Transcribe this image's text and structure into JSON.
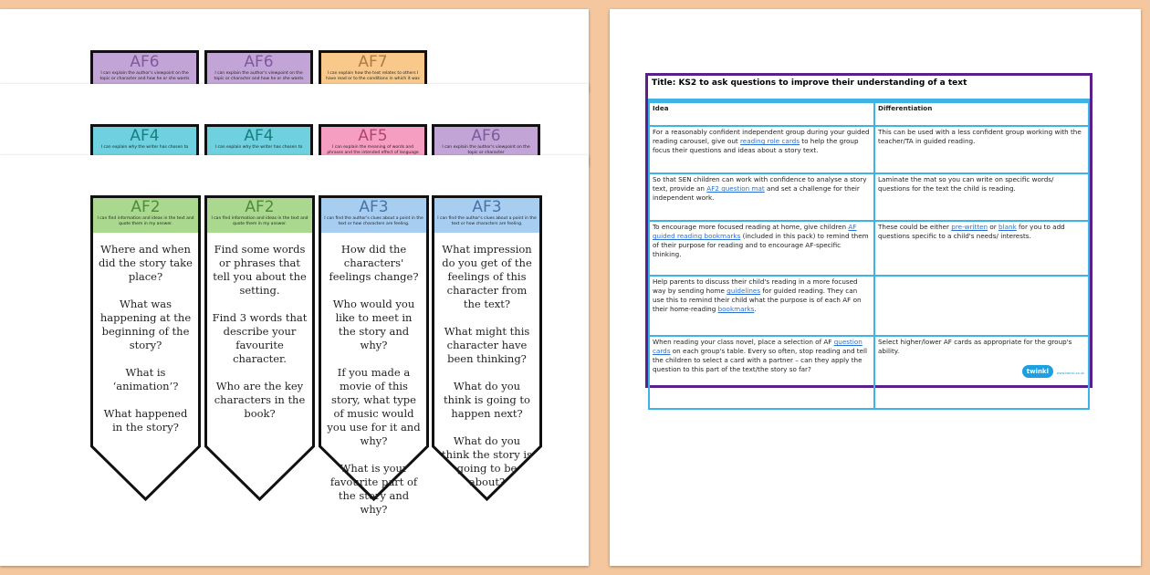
{
  "bookmarks_back1": [
    {
      "label": "AF6",
      "desc": "I can explain the author's viewpoint on the topic or character and how he or she wants",
      "color": "#c3a4d6",
      "text": "#7d5a9e"
    },
    {
      "label": "AF6",
      "desc": "I can explain the author's viewpoint on the topic or character and how he or she wants",
      "color": "#c3a4d6",
      "text": "#7d5a9e"
    },
    {
      "label": "AF7",
      "desc": "I can explain how the text relates to others I have read or to the conditions in which it was",
      "color": "#f9c98c",
      "text": "#b07a40"
    }
  ],
  "bookmarks_back2": [
    {
      "label": "AF4",
      "desc": "I can explain why the writer has chosen to",
      "color": "#6fd0df",
      "text": "#15807f"
    },
    {
      "label": "AF4",
      "desc": "I can explain why the writer has chosen to",
      "color": "#6fd0df",
      "text": "#15807f"
    },
    {
      "label": "AF5",
      "desc": "I can explain the meaning of words and phrases and the intended effect of language",
      "color": "#f59ec2",
      "text": "#b0456f"
    },
    {
      "label": "AF6",
      "desc": "I can explain the author's viewpoint on the topic or character",
      "color": "#c3a4d6",
      "text": "#7d5a9e"
    }
  ],
  "bookmarks_front": [
    {
      "label": "AF2",
      "desc": "I can find information and ideas in the text and quote them in my answer.",
      "color": "#a9d88e",
      "text": "#4f8c3a",
      "questions": [
        "Where and when did the story take place?",
        "What was happening at the beginning of the story?",
        "What is ‘animation’?",
        "What happened in the story?"
      ]
    },
    {
      "label": "AF2",
      "desc": "I can find information and ideas in the text and quote them in my answer.",
      "color": "#a9d88e",
      "text": "#4f8c3a",
      "questions": [
        "Find some words or phrases that tell you about the setting.",
        "Find 3 words that describe your favourite character.",
        "Who are the key characters in the book?"
      ]
    },
    {
      "label": "AF3",
      "desc": "I can find the author's clues about a point in the text or how characters are feeling.",
      "color": "#a7cdf0",
      "text": "#4a73a8",
      "questions": [
        "How did the characters' feelings change?",
        "Who would you like to meet in the story and why?",
        "If you made a movie of this story, what type of music would you use for it and why?",
        "What is your favourite part of the story and why?"
      ]
    },
    {
      "label": "AF3",
      "desc": "I can find the author's clues about a point in the text or how characters are feeling.",
      "color": "#a7cdf0",
      "text": "#4a73a8",
      "questions": [
        "What impression do you get of the feelings of this character from the text?",
        "What might this character have been thinking?",
        "What do you think is going to happen next?",
        "What do you think the story is going to be about?"
      ]
    }
  ],
  "plan": {
    "title": "Title: KS2 to ask questions to improve their understanding of a text",
    "headers": [
      "Idea",
      "Differentiation"
    ],
    "rows": [
      {
        "idea": [
          "For a reasonably confident independent group during your guided reading carousel, give out ",
          "reading role cards",
          " to help the group focus their questions and ideas about a story text."
        ],
        "diff": "This can be used with a less confident group working with the teacher/TA in guided reading."
      },
      {
        "idea": [
          "So that SEN children can work with confidence to analyse a story text, provide an ",
          "AF2 question mat",
          " and set a challenge for their independent work."
        ],
        "diff": "Laminate the mat so you can write on specific words/ questions for the text the child is reading."
      },
      {
        "idea": [
          "To encourage more focused reading at home, give children ",
          "AF guided reading bookmarks",
          " (included in this pack) to remind them of their purpose for reading and to encourage AF-specific thinking."
        ],
        "diff_parts": [
          "These could be either ",
          "pre-written",
          " or ",
          "blank",
          " for you to add questions specific to a child's needs/ interests."
        ]
      },
      {
        "idea": [
          "Help parents to discuss their child's reading in a more focused way by sending home ",
          "guidelines",
          " for guided reading.  They can use this to remind their child what the purpose is of each AF on their home-reading ",
          "bookmarks",
          "."
        ],
        "diff": ""
      },
      {
        "idea": [
          "When reading your class novel, place a selection of AF ",
          "question cards",
          " on each group's table.  Every so often, stop reading and tell the children to select a card with a partner – can they apply the question to this part of the text/the story so far?"
        ],
        "diff": "Select higher/lower AF cards as appropriate for the group's ability."
      }
    ],
    "logo": "twinkl",
    "logo_url": "www.twinkl.co.uk",
    "border_color": "#5b1f8c"
  }
}
